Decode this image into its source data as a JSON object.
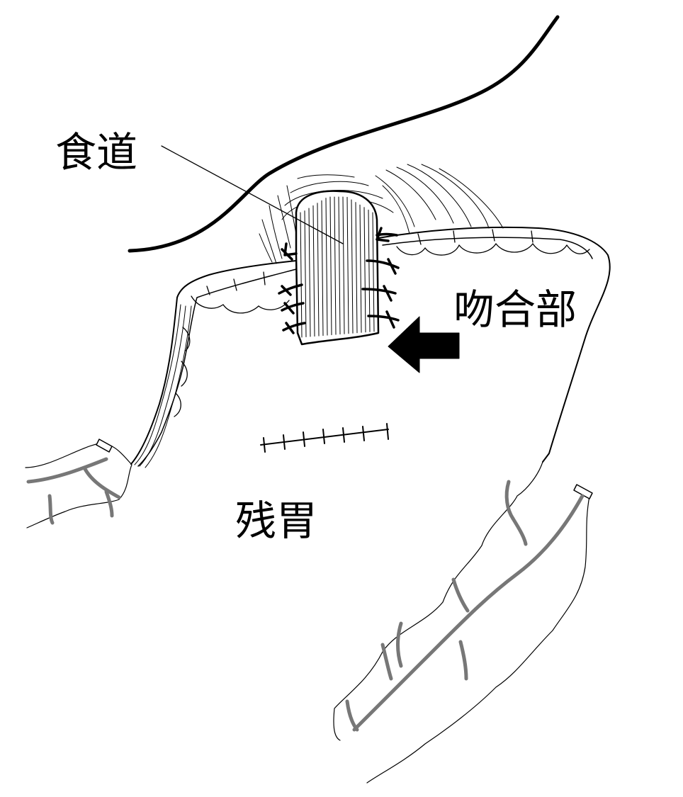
{
  "labels": {
    "esophagus": "食道",
    "anastomosis": "吻合部",
    "remnant_stomach": "残胃"
  },
  "colors": {
    "line": "#000000",
    "vessel": "#777777",
    "background": "#ffffff"
  },
  "icons": {
    "pointer_arrow": "arrow-left-icon"
  }
}
